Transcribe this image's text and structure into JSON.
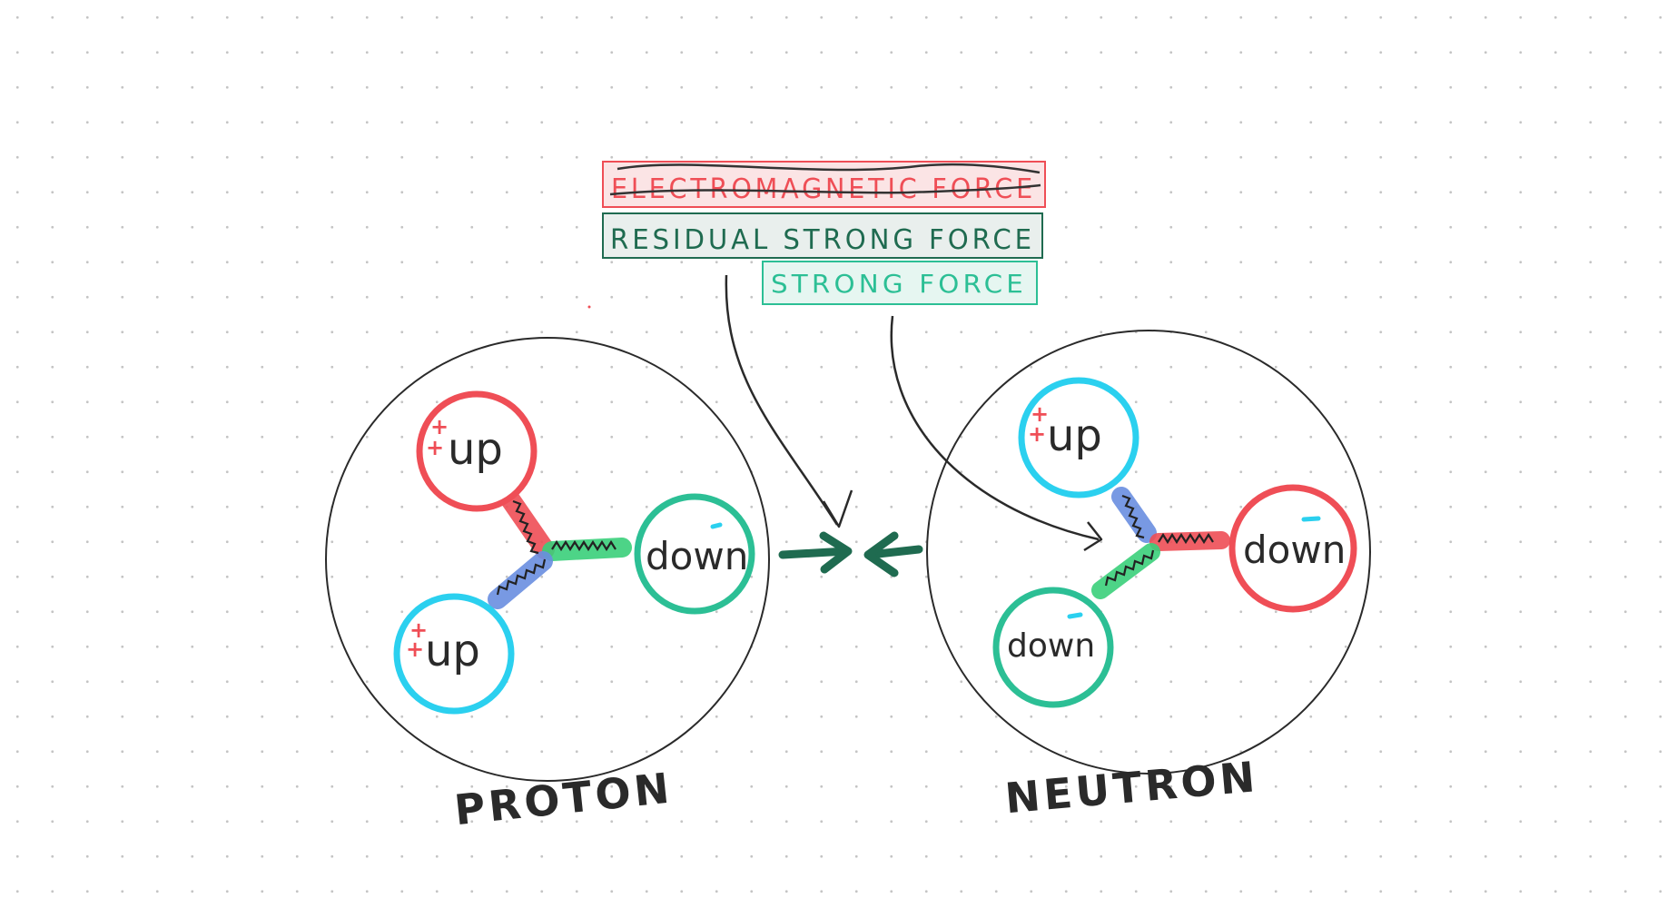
{
  "labels": {
    "electromagnetic": "ELECTROMAGNETIC FORCE",
    "residual": "RESIDUAL STRONG FORCE",
    "strong": "STRONG FORCE"
  },
  "proton": {
    "title": "PROTON",
    "quark_top": "up",
    "quark_bottom": "up",
    "quark_right": "down",
    "charge_top": "+",
    "charge_top_2": "+",
    "charge_bottom": "+",
    "charge_bottom_2": "+"
  },
  "neutron": {
    "title": "NEUTRON",
    "quark_top": "up",
    "quark_right": "down",
    "quark_bottom": "down",
    "charge_top": "+",
    "charge_top_2": "+"
  },
  "colors": {
    "red": "#ef4e56",
    "blue": "#2bd0ef",
    "green": "#2cbf95",
    "dark_green": "#1f6b50",
    "ink": "#2a2a2a"
  },
  "icons": {
    "arrow": "arrow-icon",
    "gluon": "gluon-wave-icon"
  }
}
